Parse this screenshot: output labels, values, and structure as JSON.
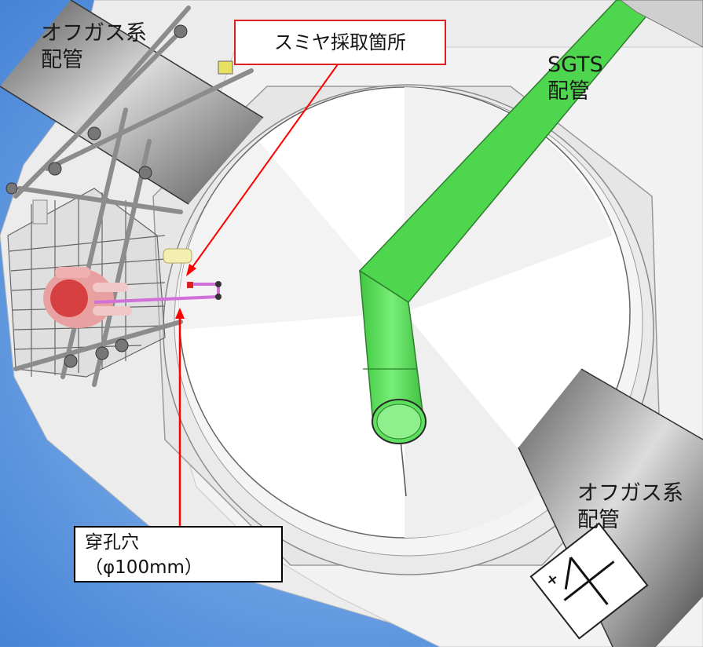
{
  "labels": {
    "offgas_top": "オフガス系\n配管",
    "sgts": "SGTS\n配管",
    "offgas_right": "オフガス系\n配管",
    "sampling_point": "スミヤ採取箇所",
    "bore_hole": "穿孔穴\n（φ100mm）"
  },
  "colors": {
    "sky": "#4a8ad8",
    "floor": "#ececec",
    "sgts_pipe": "#5fe05f",
    "offgas_pipe": "#8a8a8a",
    "callout_line": "#ff0000",
    "robot_arm": "#d070d8"
  },
  "marker": {
    "glyph": "4",
    "icon": "north-arrow-marker-icon"
  }
}
